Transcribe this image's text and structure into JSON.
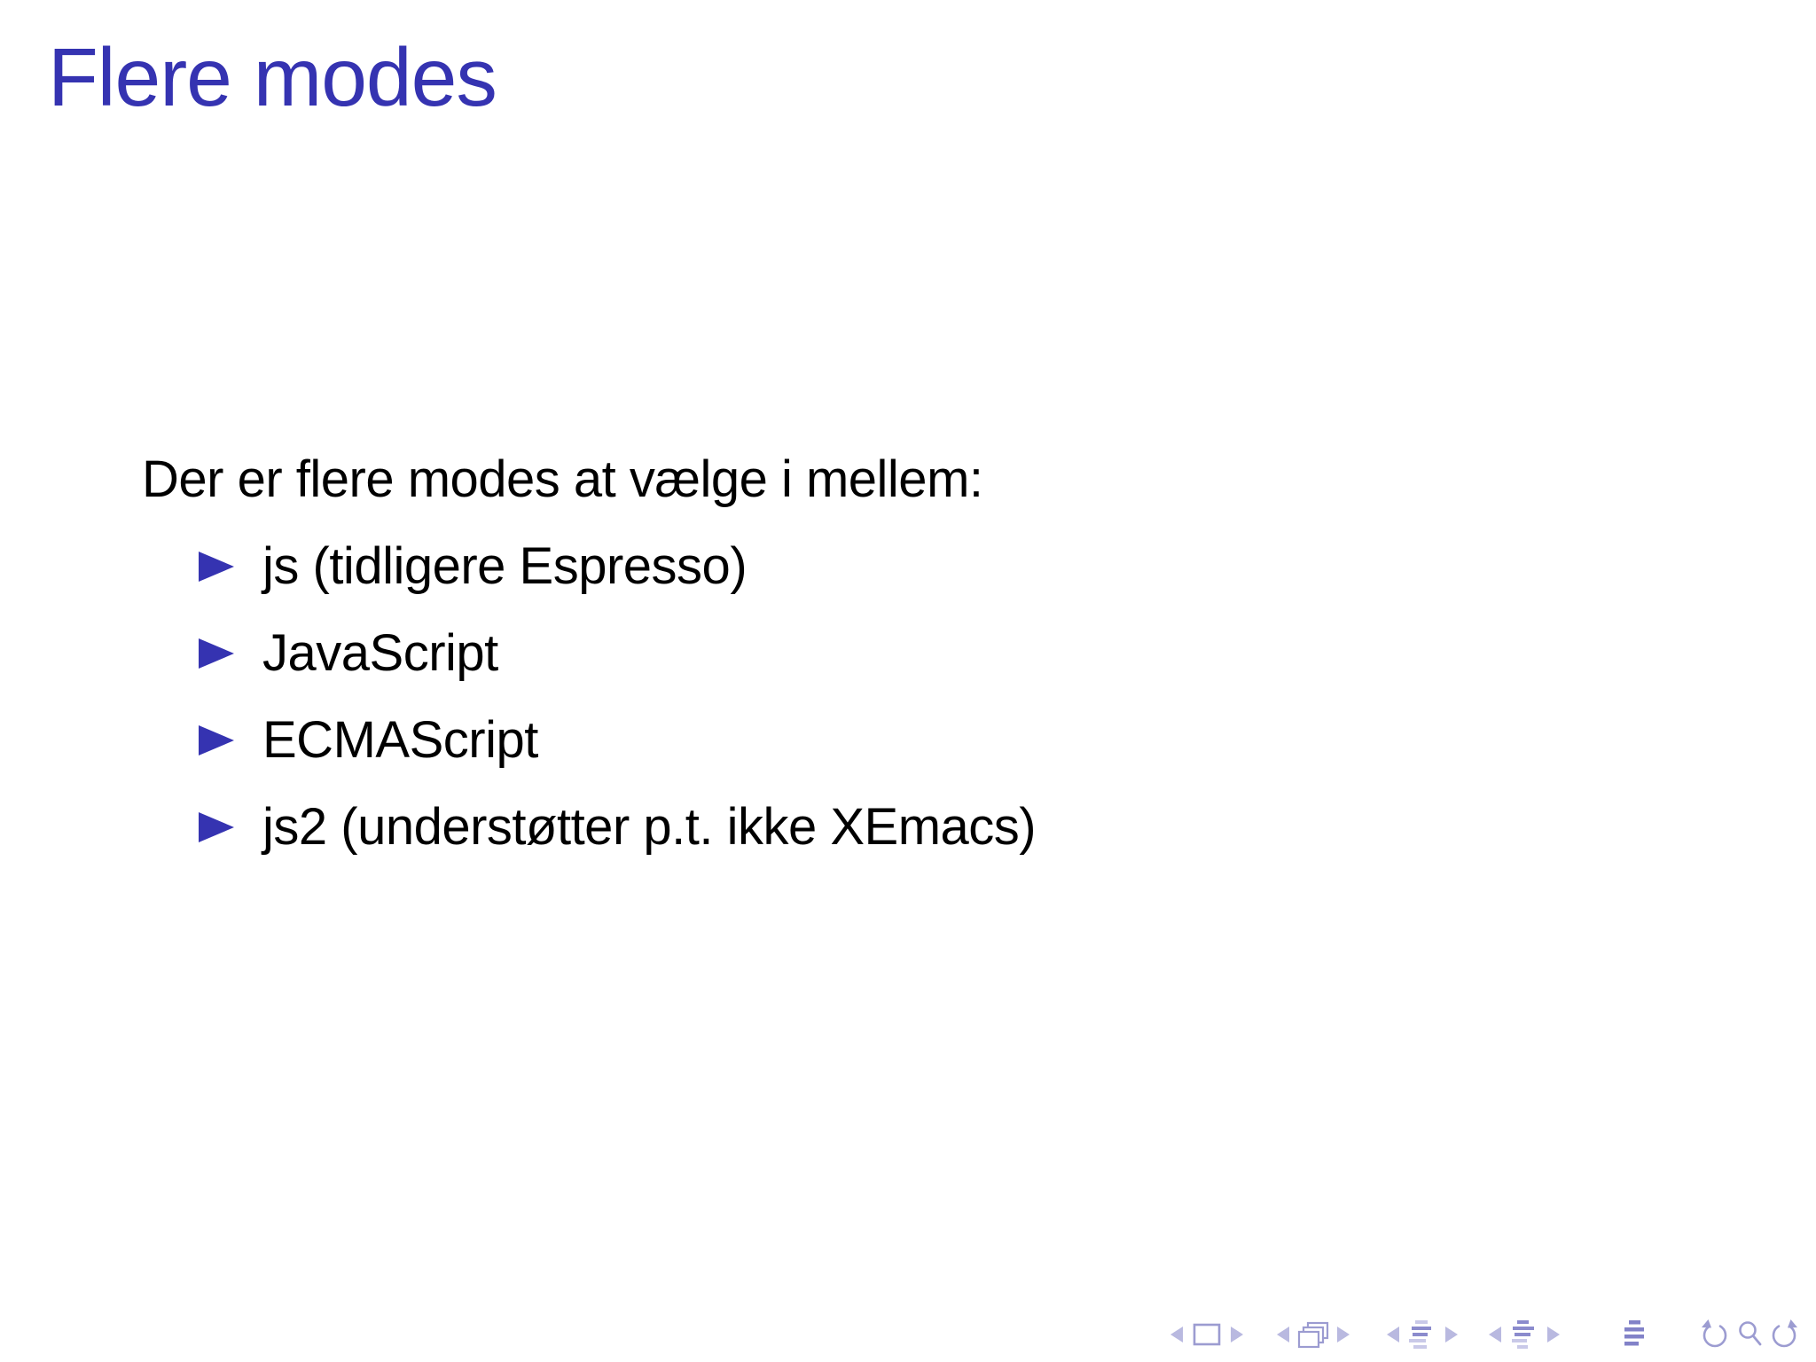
{
  "slide": {
    "title": "Flere modes",
    "intro": "Der er flere modes at vælge i mellem:",
    "items": [
      "js (tidligere Espresso)",
      "JavaScript",
      "ECMAScript",
      "js2 (understøtter p.t. ikke XEmacs)"
    ]
  },
  "colors": {
    "background": "#ffffff",
    "structure_blue": "#3533b1",
    "body_text": "#000000",
    "nav_symbol_light": "#b9b9e0",
    "nav_symbol_mid": "#9c9cd1",
    "nav_symbol_dark": "#8282c8"
  },
  "navigation": {
    "icons": [
      "prev-slide-arrow-icon",
      "slide-icon",
      "next-slide-arrow-icon",
      "prev-frame-arrow-icon",
      "frame-stack-icon",
      "next-frame-arrow-icon",
      "prev-subsection-arrow-icon",
      "subsection-toc-icon",
      "next-subsection-arrow-icon",
      "prev-section-arrow-icon",
      "section-toc-icon",
      "next-section-arrow-icon",
      "appendix-doc-icon",
      "back-icon",
      "search-icon",
      "forward-icon"
    ]
  }
}
